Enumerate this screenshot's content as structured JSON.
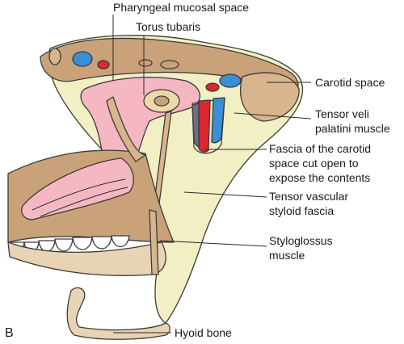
{
  "figure": {
    "panel_letter": "B",
    "labels": {
      "pharyngeal_mucosal_space": "Pharyngeal mucosal space",
      "torus_tubaris": "Torus tubaris",
      "carotid_space": "Carotid space",
      "tensor_veli_line1": "Tensor veli",
      "tensor_veli_line2": "palatini muscle",
      "fascia_line1": "Fascia of the carotid",
      "fascia_line2": "space cut open to",
      "fascia_line3": "expose the contents",
      "tensor_vascular_line1": "Tensor vascular",
      "tensor_vascular_line2": "styloid fascia",
      "styloglossus_line1": "Styloglossus",
      "styloglossus_line2": "muscle",
      "hyoid_bone": "Hyoid bone"
    },
    "colors": {
      "bone": "#c9a27a",
      "bone_light": "#e8d3b4",
      "fascia": "#f2efc4",
      "mucosa": "#f5b8c2",
      "artery": "#e0262e",
      "vein": "#3a8fd6",
      "teeth": "#ffffff"
    }
  }
}
